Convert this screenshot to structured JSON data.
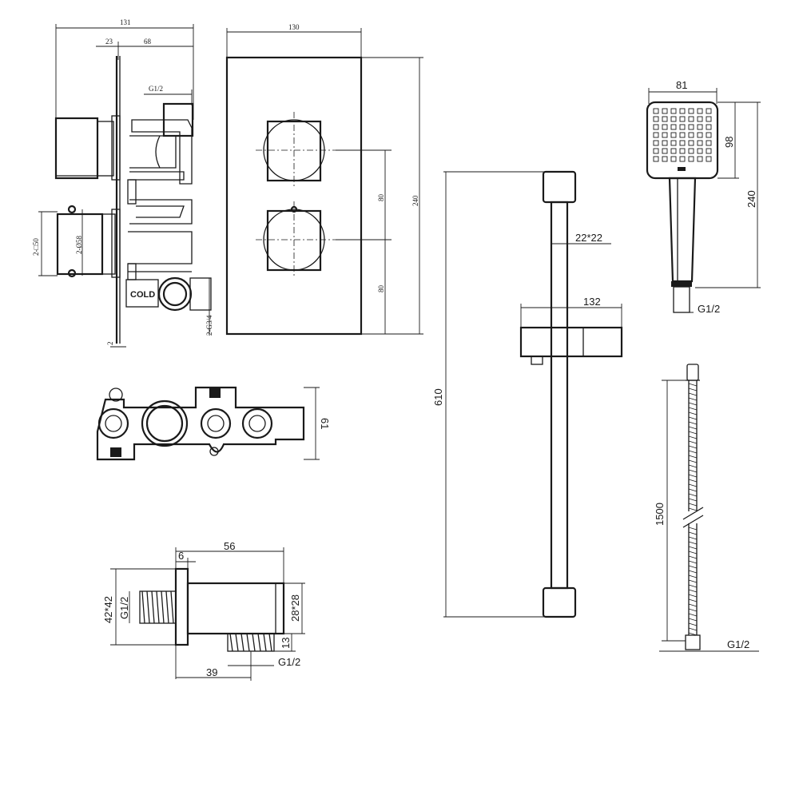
{
  "valve": {
    "dim_131": "131",
    "dim_23": "23",
    "dim_68": "68",
    "dim_g12": "G1/2",
    "dim_2sq50": "2-□50",
    "dim_2d58": "2-Ø58",
    "dim_2g34": "2-G3/4",
    "dim_2": "2",
    "cold_label": "COLD"
  },
  "plate": {
    "dim_130": "130",
    "dim_240": "240",
    "dim_80a": "80",
    "dim_80b": "80"
  },
  "body_top": {
    "dim_61": "61"
  },
  "elbow": {
    "dim_56": "56",
    "dim_6": "6",
    "dim_42x42": "42*42",
    "dim_g12_left": "G1/2",
    "dim_28x28": "28*28",
    "dim_13": "13",
    "dim_g12_bottom": "G1/2",
    "dim_39": "39"
  },
  "rail": {
    "dim_22x22": "22*22",
    "dim_132": "132",
    "dim_610": "610"
  },
  "handset": {
    "dim_81": "81",
    "dim_98": "98",
    "dim_240": "240",
    "dim_g12": "G1/2"
  },
  "hose": {
    "dim_1500": "1500",
    "dim_g12": "G1/2"
  }
}
